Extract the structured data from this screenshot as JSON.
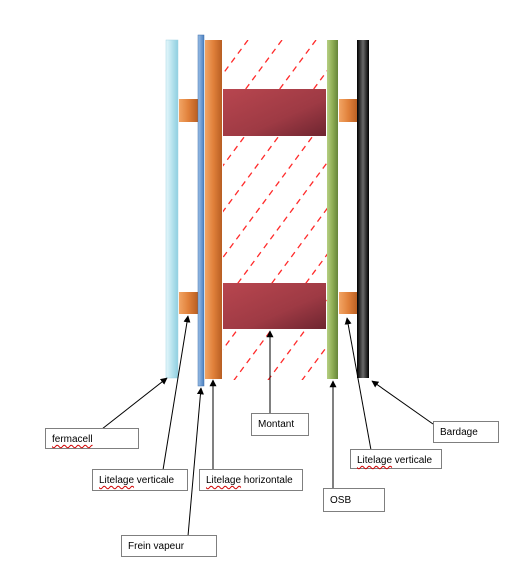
{
  "labels": {
    "fermacell": "fermacell",
    "litelage_verticale_left_word": "Litelage",
    "litelage_verticale_left_rest": " verticale",
    "litelage_horizontale_word": "Litelage",
    "litelage_horizontale_rest": " horizontale",
    "frein_vapeur": "Frein vapeur",
    "montant": "Montant",
    "osb": "OSB",
    "litelage_verticale_right_word": "Litelage",
    "litelage_verticale_right_rest": " verticale",
    "bardage": "Bardage"
  },
  "colors": {
    "fermacell": "#b7e3ee",
    "frein_vapeur": "#6c9bd2",
    "litelage": "#e0803a",
    "insulation_hatch": "#ff2a2a",
    "montant": "#9e3a44",
    "osb": "#8fae55",
    "bardage": "#1a1a1a",
    "leader_line": "#000000"
  }
}
